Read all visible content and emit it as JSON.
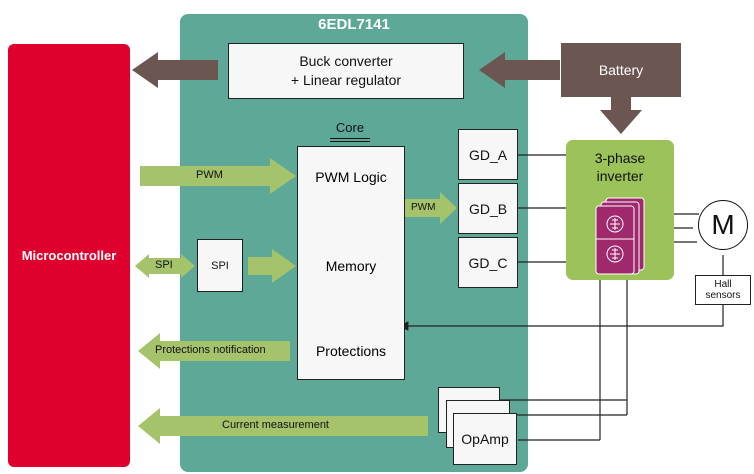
{
  "chip": {
    "title": "6EDL7141"
  },
  "microcontroller": {
    "label": "Microcontroller"
  },
  "regulator": {
    "line1": "Buck converter",
    "line2": "+ Linear regulator"
  },
  "battery": {
    "label": "Battery"
  },
  "core": {
    "title": "Core",
    "pwm_logic": "PWM Logic",
    "memory": "Memory",
    "protections": "Protections"
  },
  "gate_drivers": [
    "GD_A",
    "GD_B",
    "GD_C"
  ],
  "inverter": {
    "line1": "3-phase",
    "line2": "inverter"
  },
  "motor": {
    "label": "M"
  },
  "hall": {
    "line1": "Hall",
    "line2": "sensors"
  },
  "spi_block": {
    "label": "SPI"
  },
  "opamp": {
    "label": "OpAmp"
  },
  "arrows": {
    "pwm_in": "PWM",
    "pwm_out": "PWM",
    "spi": "SPI",
    "protections_notification": "Protections notification",
    "current_measurement": "Current measurement"
  },
  "colors": {
    "chip_bg": "#5ea898",
    "mcu_red": "#e0002e",
    "arrow_green": "#a5c36b",
    "arrow_brown": "#6b5652",
    "inverter_green": "#9bc35a",
    "mosfet_magenta": "#a0296e",
    "box_fill": "#f7f7f7"
  }
}
